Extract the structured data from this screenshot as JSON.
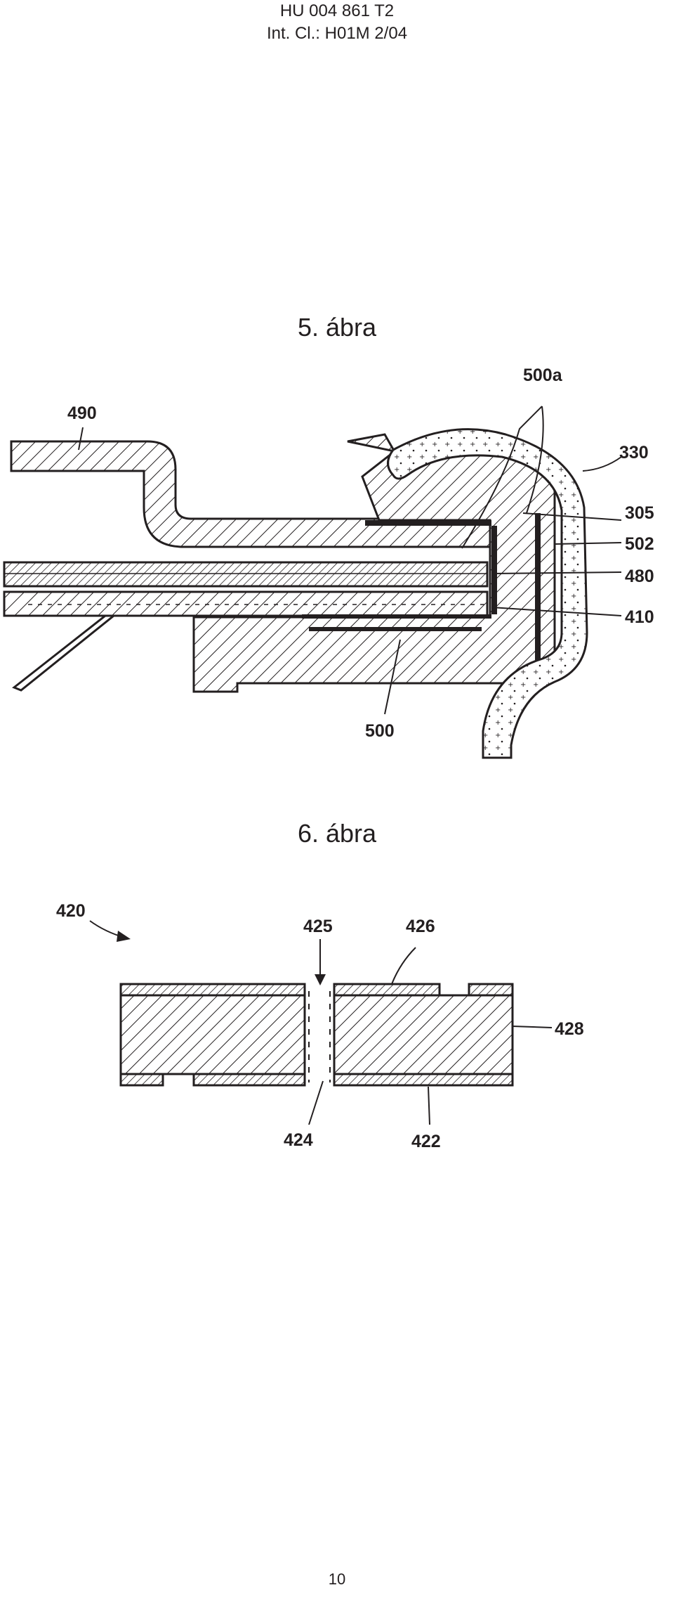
{
  "header": {
    "doc_number": "HU 004 861 T2",
    "classification": "Int. Cl.: H01M 2/04"
  },
  "figure5": {
    "title": "5. ábra",
    "refs": {
      "r490": "490",
      "r500a": "500a",
      "r330": "330",
      "r305": "305",
      "r502": "502",
      "r480": "480",
      "r410": "410",
      "r500": "500"
    }
  },
  "figure6": {
    "title": "6. ábra",
    "refs": {
      "r420": "420",
      "r425": "425",
      "r426": "426",
      "r428": "428",
      "r424": "424",
      "r422": "422"
    }
  },
  "page_number": "10"
}
